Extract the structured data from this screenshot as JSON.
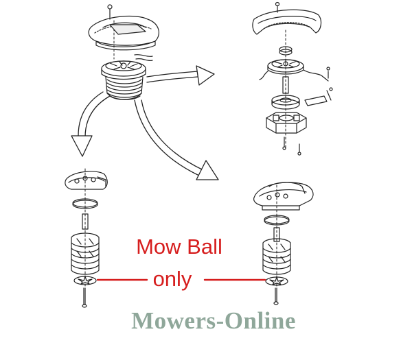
{
  "callout": {
    "line1": "Mow Ball",
    "line2": "only",
    "color": "#d61d1d"
  },
  "watermark": {
    "text": "Mowers-Online",
    "color": "#8fa79a"
  },
  "colors": {
    "line_art": "#222222",
    "background": "#ffffff"
  }
}
